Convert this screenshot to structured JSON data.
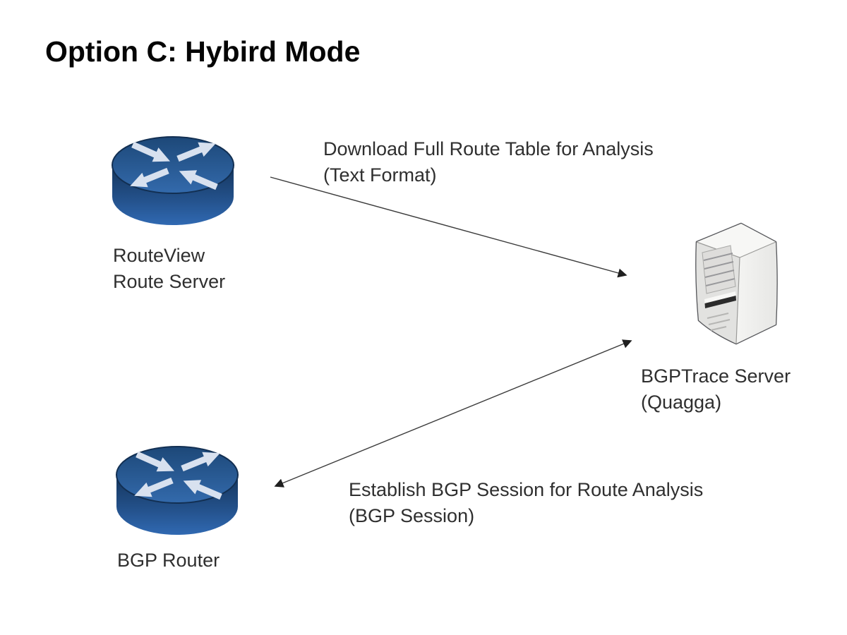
{
  "title": "Option C: Hybird Mode",
  "nodes": {
    "routeview_router": {
      "type": "router",
      "label_line1": "RouteView",
      "label_line2": "Route Server"
    },
    "bgp_router": {
      "type": "router",
      "label": "BGP Router"
    },
    "bgptrace_server": {
      "type": "server",
      "label_line1": "BGPTrace Server",
      "label_line2": "(Quagga)"
    }
  },
  "edges": {
    "download": {
      "from": "routeview_router",
      "to": "bgptrace_server",
      "direction": "one-way",
      "label_line1": "Download Full Route Table for Analysis",
      "label_line2": "(Text Format)"
    },
    "session": {
      "from": "bgptrace_server",
      "to": "bgp_router",
      "direction": "two-way",
      "label_line1": "Establish BGP Session for Route Analysis",
      "label_line2": "(BGP Session)"
    }
  },
  "colors": {
    "background": "#ffffff",
    "title_text": "#050505",
    "label_text": "#2f2f2f",
    "connector": "#3b3b3b",
    "router_top_blue": "#2c5f9e",
    "router_side_dark": "#16385f",
    "router_side_light": "#3069b2",
    "router_arrow_fill": "#d8e1ef",
    "server_front": "#e2e2e0",
    "server_side": "#efefed",
    "server_top": "#f7f7f5",
    "server_outline": "#55565a",
    "server_slot": "#2b2b2b"
  }
}
